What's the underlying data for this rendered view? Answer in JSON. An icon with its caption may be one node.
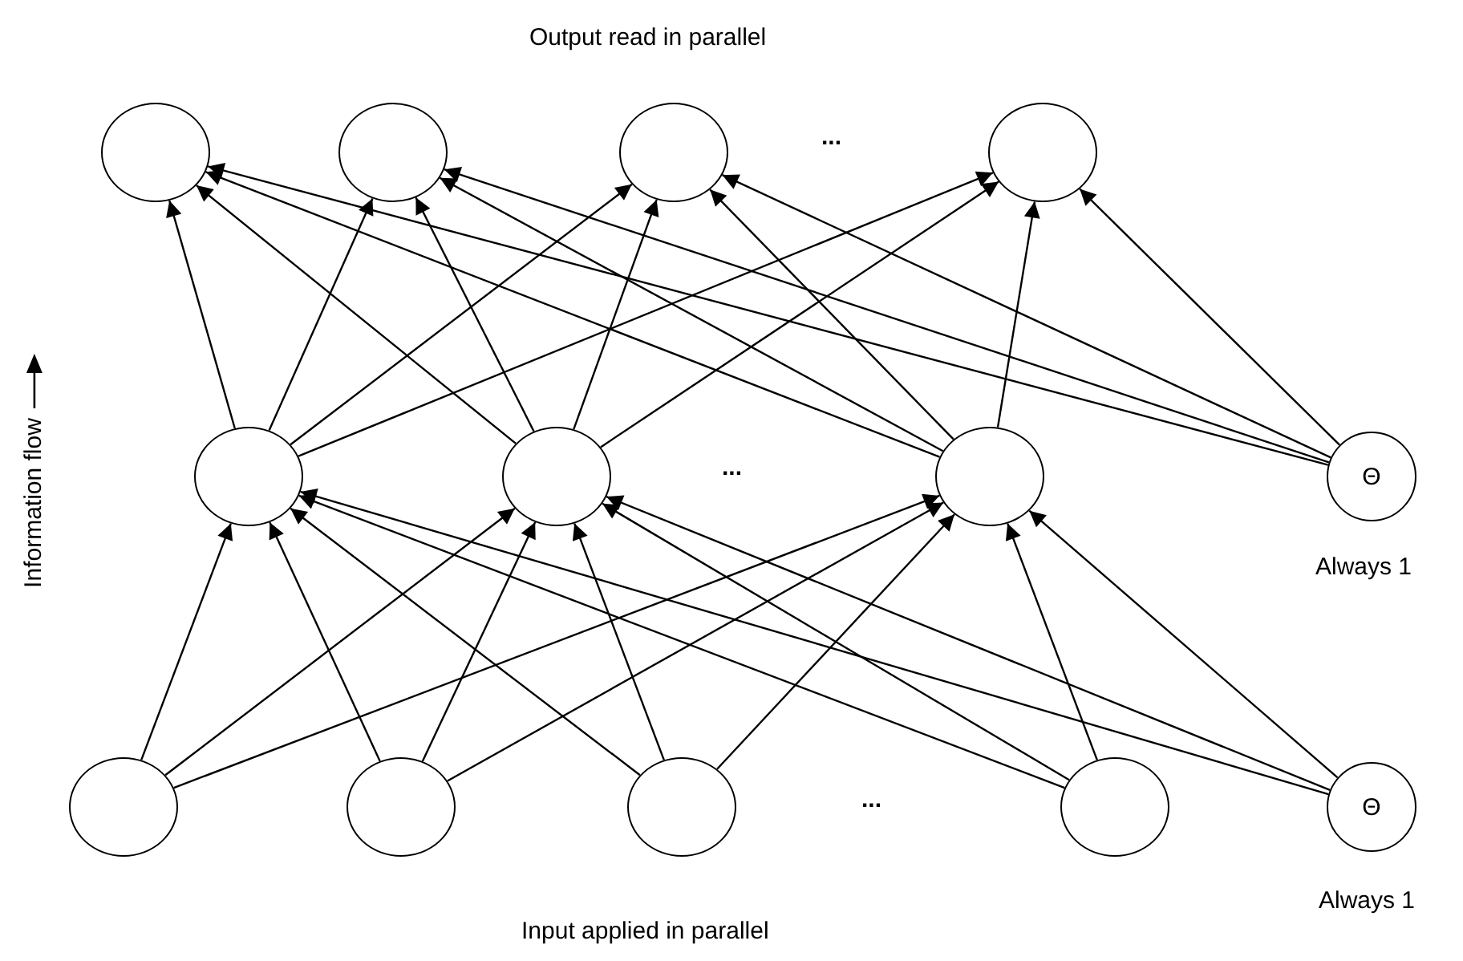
{
  "diagram": {
    "nodes": [
      {
        "text": [],
        "shape": "circle"
      },
      {
        "text": [],
        "shape": "circle"
      },
      {
        "text": [],
        "shape": "circle"
      },
      {
        "text": [],
        "shape": "circle"
      },
      {
        "text": [],
        "shape": "circle"
      },
      {
        "text": [],
        "shape": "circle"
      },
      {
        "text": [],
        "shape": "circle"
      },
      {
        "text": [
          "Θ"
        ],
        "beside": [
          "Always 1"
        ]
      },
      {
        "text": [],
        "shape": "circle"
      },
      {
        "text": [],
        "shape": "circle"
      },
      {
        "text": [],
        "shape": "circle"
      },
      {
        "text": [],
        "shape": "circle"
      },
      {
        "text": [
          "Θ"
        ],
        "beside": [
          "Always 1"
        ]
      }
    ],
    "edges": [
      {
        "from": 8,
        "to": 4,
        "arrow": "to"
      },
      {
        "from": 8,
        "to": 5,
        "arrow": "to"
      },
      {
        "from": 8,
        "to": 6,
        "arrow": "to"
      },
      {
        "from": 9,
        "to": 4,
        "arrow": "to"
      },
      {
        "from": 9,
        "to": 5,
        "arrow": "to"
      },
      {
        "from": 9,
        "to": 6,
        "arrow": "to"
      },
      {
        "from": 10,
        "to": 4,
        "arrow": "to"
      },
      {
        "from": 10,
        "to": 5,
        "arrow": "to"
      },
      {
        "from": 10,
        "to": 6,
        "arrow": "to"
      },
      {
        "from": 11,
        "to": 4,
        "arrow": "to"
      },
      {
        "from": 11,
        "to": 5,
        "arrow": "to"
      },
      {
        "from": 11,
        "to": 6,
        "arrow": "to"
      },
      {
        "from": 12,
        "to": 4,
        "arrow": "to"
      },
      {
        "from": 12,
        "to": 5,
        "arrow": "to"
      },
      {
        "from": 12,
        "to": 6,
        "arrow": "to"
      },
      {
        "from": 4,
        "to": 0,
        "arrow": "to"
      },
      {
        "from": 4,
        "to": 1,
        "arrow": "to"
      },
      {
        "from": 4,
        "to": 2,
        "arrow": "to"
      },
      {
        "from": 4,
        "to": 3,
        "arrow": "to"
      },
      {
        "from": 5,
        "to": 0,
        "arrow": "to"
      },
      {
        "from": 5,
        "to": 1,
        "arrow": "to"
      },
      {
        "from": 5,
        "to": 2,
        "arrow": "to"
      },
      {
        "from": 5,
        "to": 3,
        "arrow": "to"
      },
      {
        "from": 6,
        "to": 0,
        "arrow": "to"
      },
      {
        "from": 6,
        "to": 1,
        "arrow": "to"
      },
      {
        "from": 6,
        "to": 2,
        "arrow": "to"
      },
      {
        "from": 6,
        "to": 3,
        "arrow": "to"
      },
      {
        "from": 7,
        "to": 0,
        "arrow": "to"
      },
      {
        "from": 7,
        "to": 1,
        "arrow": "to"
      },
      {
        "from": 7,
        "to": 2,
        "arrow": "to"
      },
      {
        "from": 7,
        "to": 3,
        "arrow": "to"
      }
    ],
    "labels": [
      "Output read in parallel",
      "...",
      "Information flow",
      "...",
      "...",
      "Input applied in parallel"
    ]
  }
}
